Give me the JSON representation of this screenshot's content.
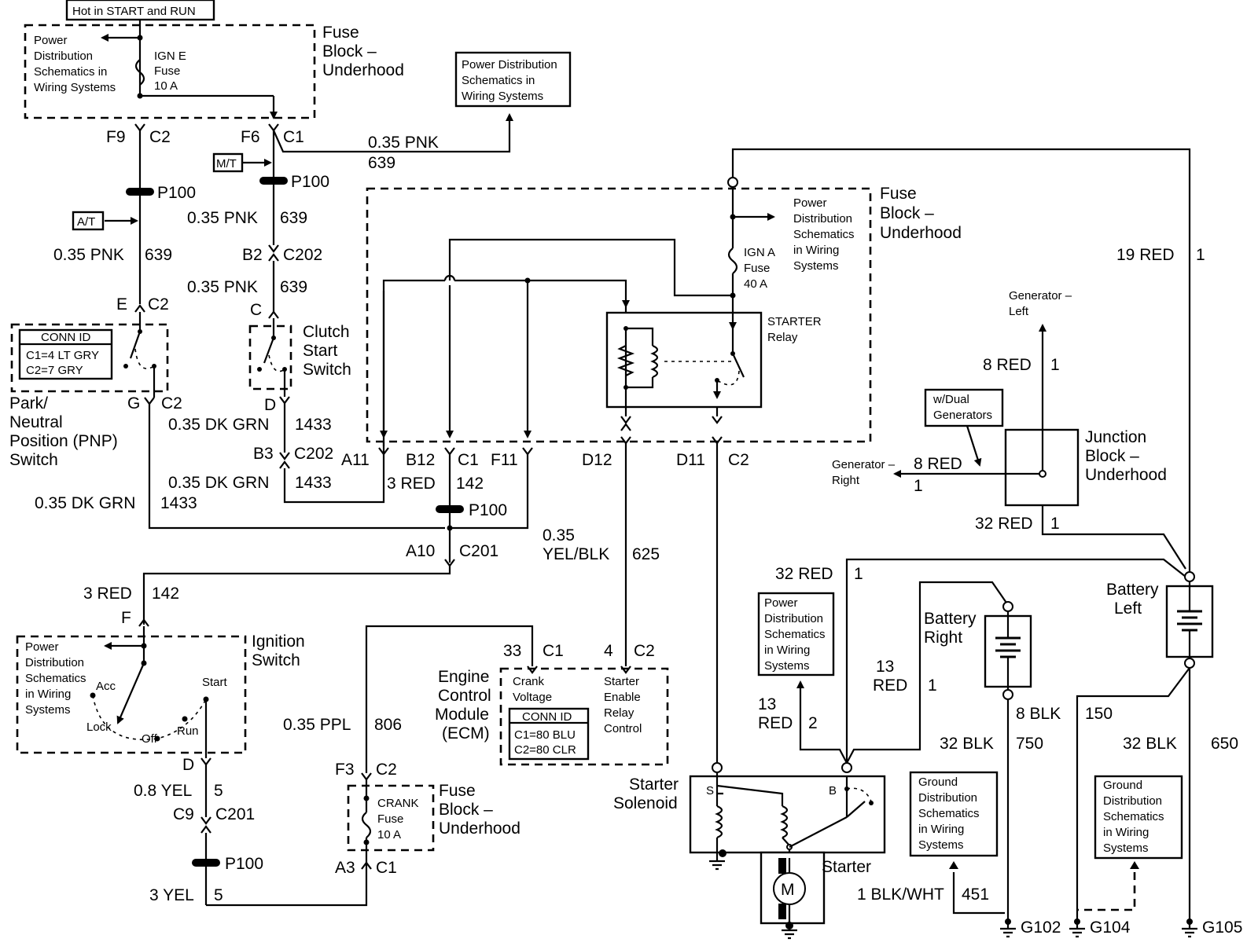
{
  "hot_label": "Hot in START and RUN",
  "fb1": {
    "power_dist": [
      "Power",
      "Distribution",
      "Schematics in",
      "Wiring Systems"
    ],
    "fuse": [
      "IGN E",
      "Fuse",
      "10 A"
    ],
    "title": [
      "Fuse",
      "Block –",
      "Underhood"
    ]
  },
  "pd_box_top": [
    "Power Distribution",
    "Schematics in",
    "Wiring Systems"
  ],
  "conn": {
    "f9": "F9",
    "c2_a": "C2",
    "f6": "F6",
    "c1_a": "C1",
    "p100": "P100",
    "e": "E",
    "c2_b": "C2",
    "g": "G",
    "c2_c": "C2",
    "b2": "B2",
    "c202_a": "C202",
    "c": "C",
    "d": "D",
    "b3": "B3",
    "c202_b": "C202",
    "a11": "A11",
    "b12": "B12",
    "c1_b": "C1",
    "f11": "F11",
    "d12": "D12",
    "d11": "D11",
    "c2_d": "C2",
    "a10": "A10",
    "c201_a": "C201",
    "f": "F",
    "d2": "D",
    "c9": "C9",
    "c201_b": "C201",
    "f3": "F3",
    "c2_e": "C2",
    "a3": "A3",
    "c1_c": "C1",
    "ecm_33": "33",
    "ecm_c1": "C1",
    "ecm_4": "4",
    "ecm_c2": "C2",
    "g102": "G102",
    "g104": "G104",
    "g105": "G105"
  },
  "wires": {
    "pnk_a_size": "0.35 PNK",
    "pnk_a_num": "639",
    "pnk_b_size": "0.35 PNK",
    "pnk_b_num": "639",
    "pnk_c_size": "0.35 PNK",
    "pnk_c_num": "639",
    "pnk_d_size": "0.35 PNK",
    "pnk_d_num": "639",
    "dkgrn_a_size": "0.35 DK GRN",
    "dkgrn_a_num": "1433",
    "dkgrn_b_size": "0.35 DK GRN",
    "dkgrn_b_num": "1433",
    "dkgrn_c_size": "0.35 DK GRN",
    "dkgrn_c_num": "1433",
    "red3_a_size": "3 RED",
    "red3_a_num": "142",
    "red3_b_size": "3 RED",
    "red3_b_num": "142",
    "yelblk_size_1": "0.35",
    "yelblk_size_2": "YEL/BLK",
    "yelblk_num": "625",
    "ppl_size": "0.35 PPL",
    "ppl_num": "806",
    "yel08_size": "0.8 YEL",
    "yel08_num": "5",
    "yel3_size": "3 YEL",
    "yel3_num": "5",
    "red19_size": "19 RED",
    "red19_num": "1",
    "red8_a_size": "8 RED",
    "red8_a_num": "1",
    "red8_b_size": "8 RED",
    "red8_b_num": "1",
    "red32_a_size": "32 RED",
    "red32_a_num": "1",
    "red32_b_size": "32 RED",
    "red32_b_num": "1",
    "red13_a_size_1": "13",
    "red13_a_size_2": "RED",
    "red13_a_num": "1",
    "red13_b_size_1": "13",
    "red13_b_size_2": "RED",
    "red13_b_num": "2",
    "blk8_size": "8 BLK",
    "blk8_num": "150",
    "blk32_a_size": "32 BLK",
    "blk32_a_num": "750",
    "blk32_b_size": "32 BLK",
    "blk32_b_num": "650",
    "blkwht_size": "1 BLK/WHT",
    "blkwht_num": "451"
  },
  "tags": {
    "at": "A/T",
    "mt": "M/T"
  },
  "pnp": {
    "conn_title": "CONN ID",
    "conn_rows": [
      "C1=4 LT GRY",
      "C2=7 GRY"
    ],
    "title": [
      "Park/",
      "Neutral",
      "Position (PNP)",
      "Switch"
    ]
  },
  "clutch": [
    "Clutch",
    "Start",
    "Switch"
  ],
  "fb2": {
    "title": [
      "Fuse",
      "Block –",
      "Underhood"
    ],
    "power_dist": [
      "Power",
      "Distribution",
      "Schematics",
      "in Wiring",
      "Systems"
    ],
    "fuse": [
      "IGN A",
      "Fuse",
      "40 A"
    ],
    "relay": [
      "STARTER",
      "Relay"
    ]
  },
  "ignition": {
    "power_dist": [
      "Power",
      "Distribution",
      "Schematics",
      "in Wiring",
      "Systems"
    ],
    "title": [
      "Ignition",
      "Switch"
    ],
    "positions": {
      "acc": "Acc",
      "start": "Start",
      "lock": "Lock",
      "off": "Off",
      "run": "Run"
    }
  },
  "ecm": {
    "title": [
      "Engine",
      "Control",
      "Module",
      "(ECM)"
    ],
    "crank": [
      "Crank",
      "Voltage"
    ],
    "starter_enable": [
      "Starter",
      "Enable",
      "Relay",
      "Control"
    ],
    "conn_title": "CONN ID",
    "conn_rows": [
      "C1=80 BLU",
      "C2=80 CLR"
    ]
  },
  "fb3": {
    "fuse": [
      "CRANK",
      "Fuse",
      "10 A"
    ],
    "title": [
      "Fuse",
      "Block –",
      "Underhood"
    ]
  },
  "generator_left": [
    "Generator –",
    "Left"
  ],
  "generator_right": [
    "Generator –",
    "Right"
  ],
  "dual_gen": [
    "w/Dual",
    "Generators"
  ],
  "junction": [
    "Junction",
    "Block –",
    "Underhood"
  ],
  "pd_box_mid": [
    "Power",
    "Distribution",
    "Schematics",
    "in Wiring",
    "Systems"
  ],
  "battery_right": [
    "Battery",
    "Right"
  ],
  "battery_left": [
    "Battery",
    "Left"
  ],
  "solenoid": {
    "title": [
      "Starter",
      "Solenoid"
    ],
    "s": "S",
    "b": "B"
  },
  "starter": {
    "title": "Starter",
    "motor": "M"
  },
  "ground_box_1": [
    "Ground",
    "Distribution",
    "Schematics",
    "in Wiring",
    "Systems"
  ],
  "ground_box_2": [
    "Ground",
    "Distribution",
    "Schematics",
    "in Wiring",
    "Systems"
  ]
}
